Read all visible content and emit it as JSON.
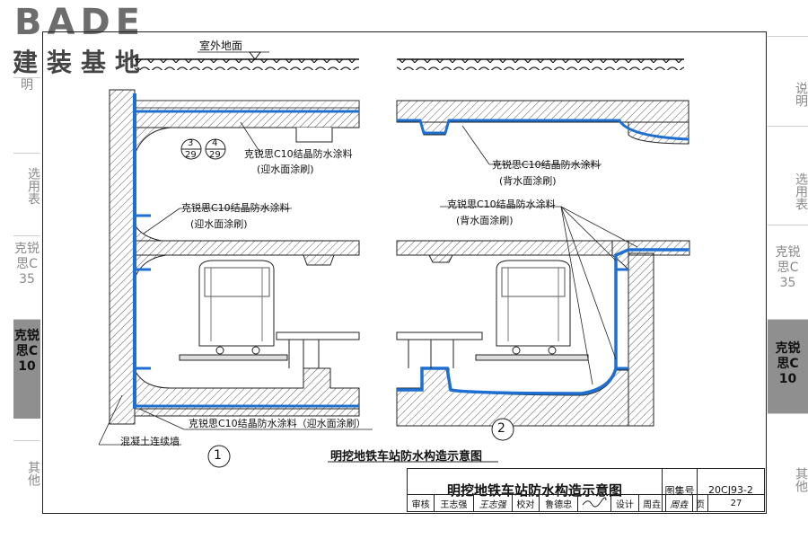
{
  "logo": {
    "main": "BADE",
    "sub": "建装基地"
  },
  "side_tabs": [
    {
      "label": "说明"
    },
    {
      "label": "选用表"
    },
    {
      "label": "克锐思C35"
    },
    {
      "label": "克锐思C10"
    },
    {
      "label": "其他"
    }
  ],
  "left_tabs": [
    {
      "label": "明"
    },
    {
      "label": "选用表"
    },
    {
      "label": "克锐思C35"
    },
    {
      "label": "克锐思C10"
    },
    {
      "label": "其他"
    }
  ],
  "diagram": {
    "ground_label": "室外地面",
    "ref1": {
      "top": "3",
      "bottom": "29"
    },
    "ref2": {
      "top": "4",
      "bottom": "29"
    },
    "left": {
      "label_top": "克锐思C10结晶防水涂料",
      "label_top_sub": "(迎水面涂刷)",
      "label_mid": "克锐思C10结晶防水涂料",
      "label_mid_sub": "(迎水面涂刷)",
      "label_bottom": "克锐思C10结晶防水涂料（迎水面涂刷）",
      "wall_label": "混凝土连续墙",
      "number": "1"
    },
    "right": {
      "label_top": "克锐思C10结晶防水涂料",
      "label_top_sub": "(背水面涂刷)",
      "label_mid": "克锐思C10结晶防水涂料",
      "label_mid_sub": "(背水面涂刷)",
      "number": "2"
    },
    "caption": "明挖地铁车站防水构造示意图"
  },
  "title_block": {
    "title": "明挖地铁车站防水构造示意图",
    "atlas_label": "图集号",
    "atlas_no": "20CJ93-2",
    "review_label": "审核",
    "reviewer": "王志强",
    "reviewer_sign": "王志强",
    "check_label": "校对",
    "checker": "鲁德忠",
    "design_label": "设计",
    "designer": "周垚",
    "designer_sign": "周垚",
    "page_label": "页",
    "page_no": "27"
  }
}
